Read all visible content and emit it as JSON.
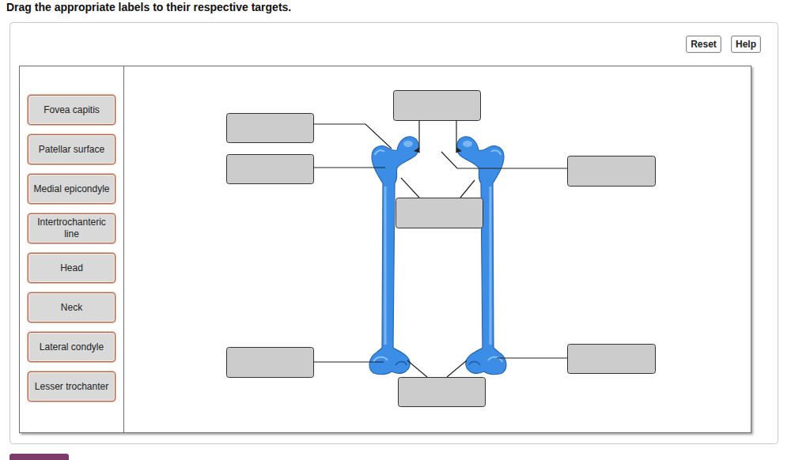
{
  "diagram": {
    "title": "Drag the appropriate labels to their respective targets.",
    "nodes": [
      {
        "text": [
          "Reset"
        ]
      },
      {
        "text": [
          "Help"
        ]
      },
      {
        "text": [
          "Fovea capitis"
        ]
      },
      {
        "text": [
          "Patellar surface"
        ]
      },
      {
        "text": [
          "Medial epicondyle"
        ]
      },
      {
        "text": [
          "Intertrochanteric line"
        ]
      },
      {
        "text": [
          "Head"
        ]
      },
      {
        "text": [
          "Neck"
        ]
      },
      {
        "text": [
          "Lateral condyle"
        ]
      },
      {
        "text": [
          "Lesser trochanter"
        ]
      }
    ]
  }
}
